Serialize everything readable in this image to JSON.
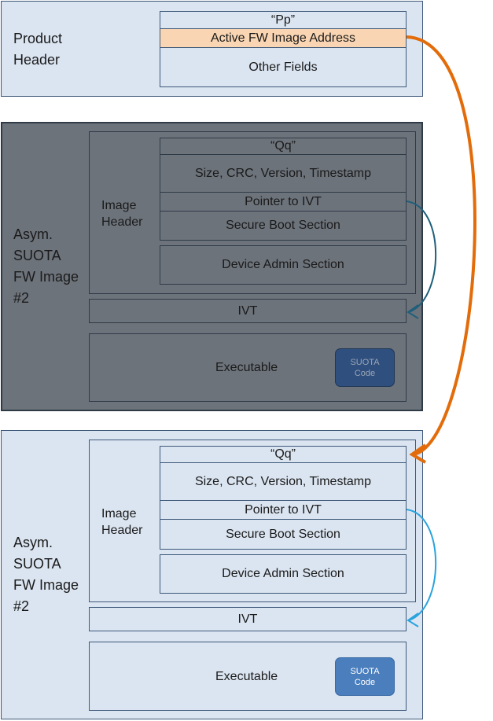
{
  "product_header": {
    "title": "Product\nHeader",
    "magic": "“Pp”",
    "active_fw": "Active FW Image Address",
    "other_fields": "Other Fields"
  },
  "images": [
    {
      "title": "Asym.\nSUOTA\nFW Image\n#2",
      "header_label": "Image\nHeader",
      "magic": "“Qq”",
      "size_field": "Size, CRC, Version, Timestamp",
      "pointer_field": "Pointer to IVT",
      "secure_boot": "Secure Boot Section",
      "device_admin": "Device Admin Section",
      "ivt": "IVT",
      "executable": "Executable",
      "suota_line1": "SUOTA",
      "suota_line2": "Code"
    },
    {
      "title": "Asym.\nSUOTA\nFW Image\n#2",
      "header_label": "Image\nHeader",
      "magic": "“Qq”",
      "size_field": "Size, CRC, Version, Timestamp",
      "pointer_field": "Pointer to IVT",
      "secure_boot": "Secure Boot Section",
      "device_admin": "Device Admin Section",
      "ivt": "IVT",
      "executable": "Executable",
      "suota_line1": "SUOTA",
      "suota_line2": "Code"
    }
  ],
  "colors": {
    "active_arrow": "#e36c0a",
    "ivt_arrow_inactive": "#1f5f7a",
    "ivt_arrow_active": "#29a3dd"
  }
}
